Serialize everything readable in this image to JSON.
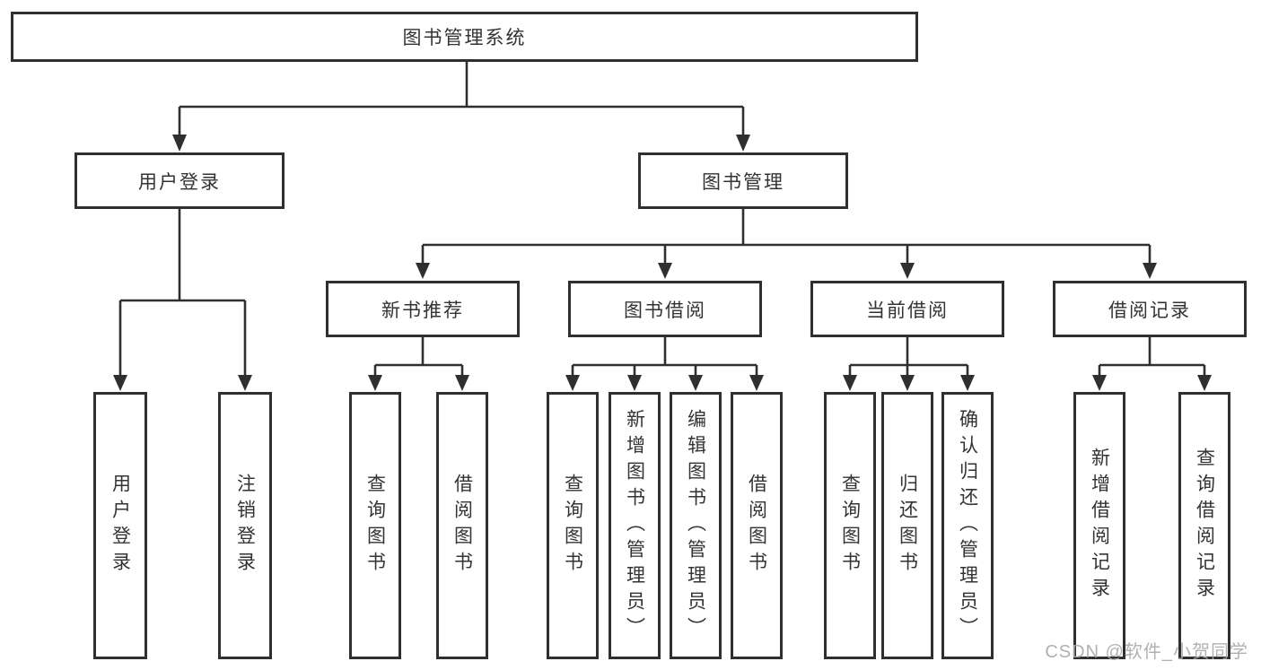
{
  "tree": {
    "label": "图书管理系统",
    "children": [
      {
        "label": "用户登录",
        "children": [
          {
            "label": "用户登录"
          },
          {
            "label": "注销登录"
          }
        ]
      },
      {
        "label": "图书管理",
        "children": [
          {
            "label": "新书推荐",
            "children": [
              {
                "label": "查询图书"
              },
              {
                "label": "借阅图书"
              }
            ]
          },
          {
            "label": "图书借阅",
            "children": [
              {
                "label": "查询图书"
              },
              {
                "label": "新增图书（管理员）"
              },
              {
                "label": "编辑图书（管理员）"
              },
              {
                "label": "借阅图书"
              }
            ]
          },
          {
            "label": "当前借阅",
            "children": [
              {
                "label": "查询图书"
              },
              {
                "label": "归还图书"
              },
              {
                "label": "确认归还（管理员）"
              }
            ]
          },
          {
            "label": "借阅记录",
            "children": [
              {
                "label": "新增借阅记录"
              },
              {
                "label": "查询借阅记录"
              }
            ]
          }
        ]
      }
    ]
  },
  "watermark": {
    "text": "CSDN @软件_小贺同学"
  },
  "colors": {
    "line": "#2f2f2f",
    "box_border": "#2f2f2f",
    "box_fill": "#ffffff",
    "text": "#333333",
    "watermark": "#a9a9a9",
    "background": "#ffffff"
  }
}
